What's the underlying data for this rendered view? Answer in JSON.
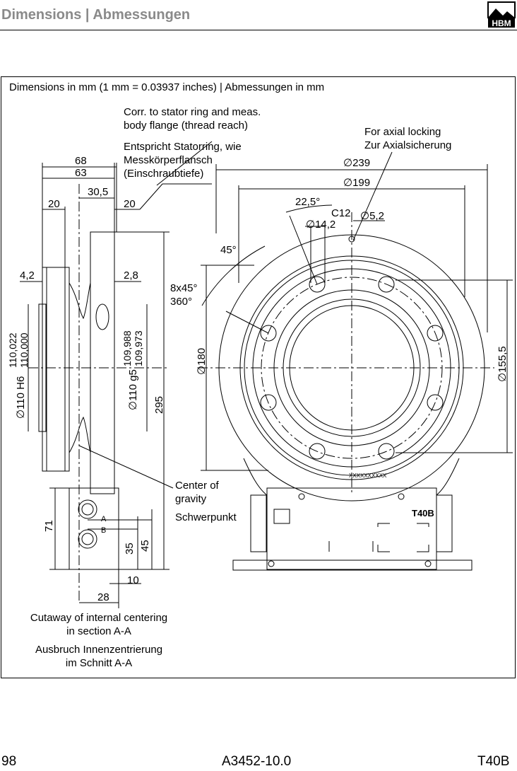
{
  "header": {
    "title": "Dimensions | Abmessungen",
    "logo_text": "HBM"
  },
  "frame": {
    "caption": "Dimensions in mm (1 mm = 0.03937 inches) | Abmessungen in mm"
  },
  "annotations": {
    "stator_en_1": "Corr. to stator ring and meas.",
    "stator_en_2": "body flange (thread reach)",
    "stator_de_1": "Entspricht Statorring, wie",
    "stator_de_2": "Messkörperflansch",
    "stator_de_3": "(Einschraubtiefe)",
    "axial_en": "For axial locking",
    "axial_de": "Zur Axialsicherung",
    "cog_en_1": "Center of",
    "cog_en_2": "gravity",
    "cog_de": "Schwerpunkt",
    "cutaway_en_1": "Cutaway of internal centering",
    "cutaway_en_2": "in section A-A",
    "cutaway_de_1": "Ausbruch Innenzentrierung",
    "cutaway_de_2": "im Schnitt A-A"
  },
  "dimensions": {
    "d68": "68",
    "d63": "63",
    "d30_5": "30,5",
    "d20_left": "20",
    "d20_right": "20",
    "d4_2": "4,2",
    "d2_8": "2,8",
    "d110h6": "∅110 H6",
    "d110h6_tol_upper": "110,022",
    "d110h6_tol_lower": "110,000",
    "d110g5": "∅110 g5",
    "d110g5_tol_upper": "109,988",
    "d110g5_tol_lower": "109,973",
    "d295": "295",
    "d71": "71",
    "d35": "35",
    "d45": "45",
    "d10": "10",
    "d28": "28",
    "d239": "∅239",
    "d199": "∅199",
    "d22_5": "22,5°",
    "c12": "C12",
    "d14_2": "∅14,2",
    "d5_2": "∅5,2",
    "d45deg": "45°",
    "holes": "8x45°",
    "d360": "360°",
    "d180": "∅180",
    "d155_5": "∅155,5"
  },
  "labels": {
    "conn_a": "A",
    "conn_b": "B",
    "model_plate": "T40B",
    "serial": "XXXXXXXXXX"
  },
  "footer": {
    "page": "98",
    "doc": "A3452-10.0",
    "product": "T40B"
  }
}
